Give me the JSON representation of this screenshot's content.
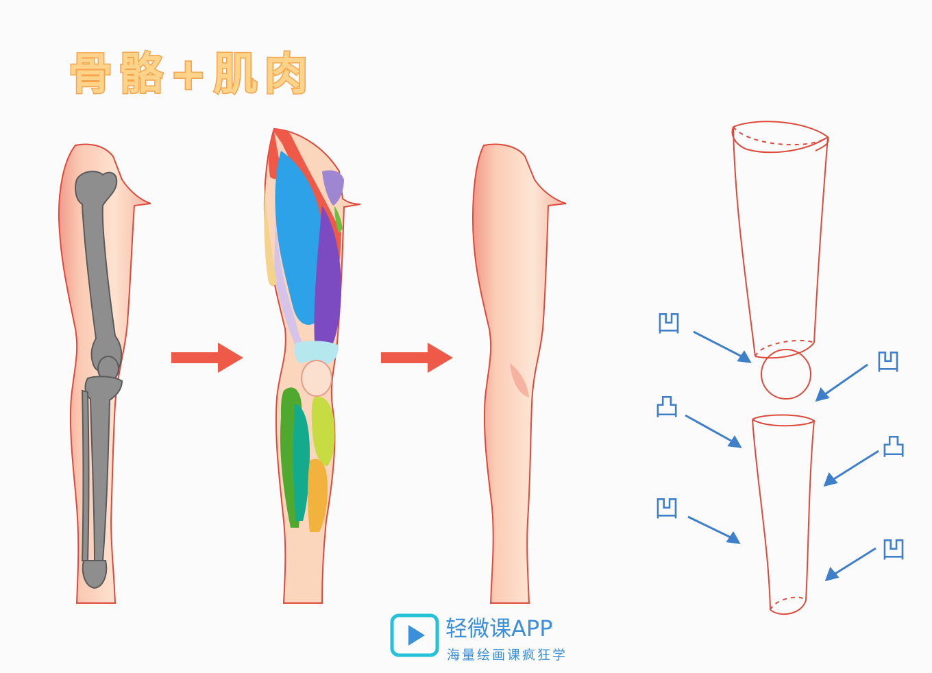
{
  "title": "骨骼+肌肉",
  "labels": {
    "l1": "凹",
    "l2": "凹",
    "l3": "凸",
    "l4": "凸",
    "l5": "凹",
    "l6": "凹"
  },
  "brand": {
    "name": "轻微课APP",
    "tagline": "海量绘画课疯狂学"
  },
  "colors": {
    "title_fill": "#ffd48a",
    "title_stroke": "#f6a34c",
    "arrow_red": "#ee5a47",
    "skin": "#fcd5bd",
    "skin_shadow": "#f3a08f",
    "outline": "#dd4a3c",
    "bone": "#8e8e8e",
    "blue_arrow": "#3f7ec9",
    "brand_blue": "#3c8fd9",
    "brand_cyan": "#25c1d8"
  }
}
